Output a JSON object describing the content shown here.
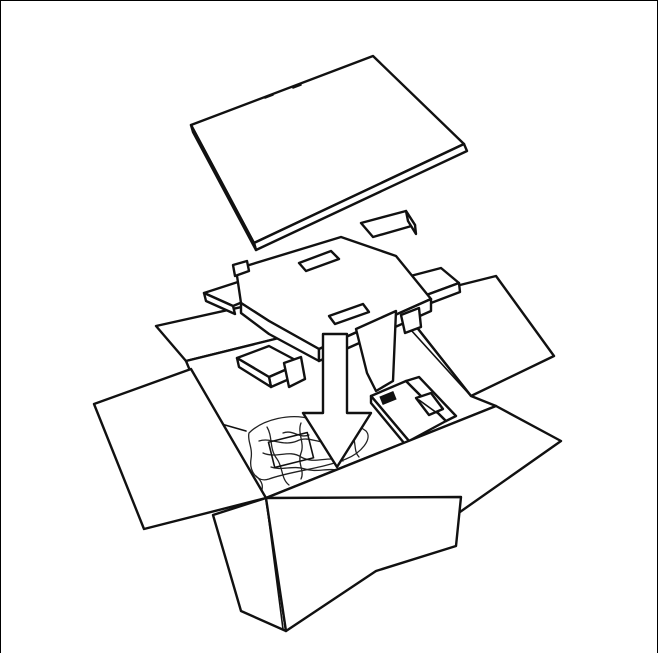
{
  "figure": {
    "subject": "packing-box-assembly",
    "parts": [
      "lid-panel",
      "foam-insert",
      "open-carton",
      "packing-material",
      "accessory-tray"
    ],
    "arrow_icon": "arrow-down-icon"
  }
}
